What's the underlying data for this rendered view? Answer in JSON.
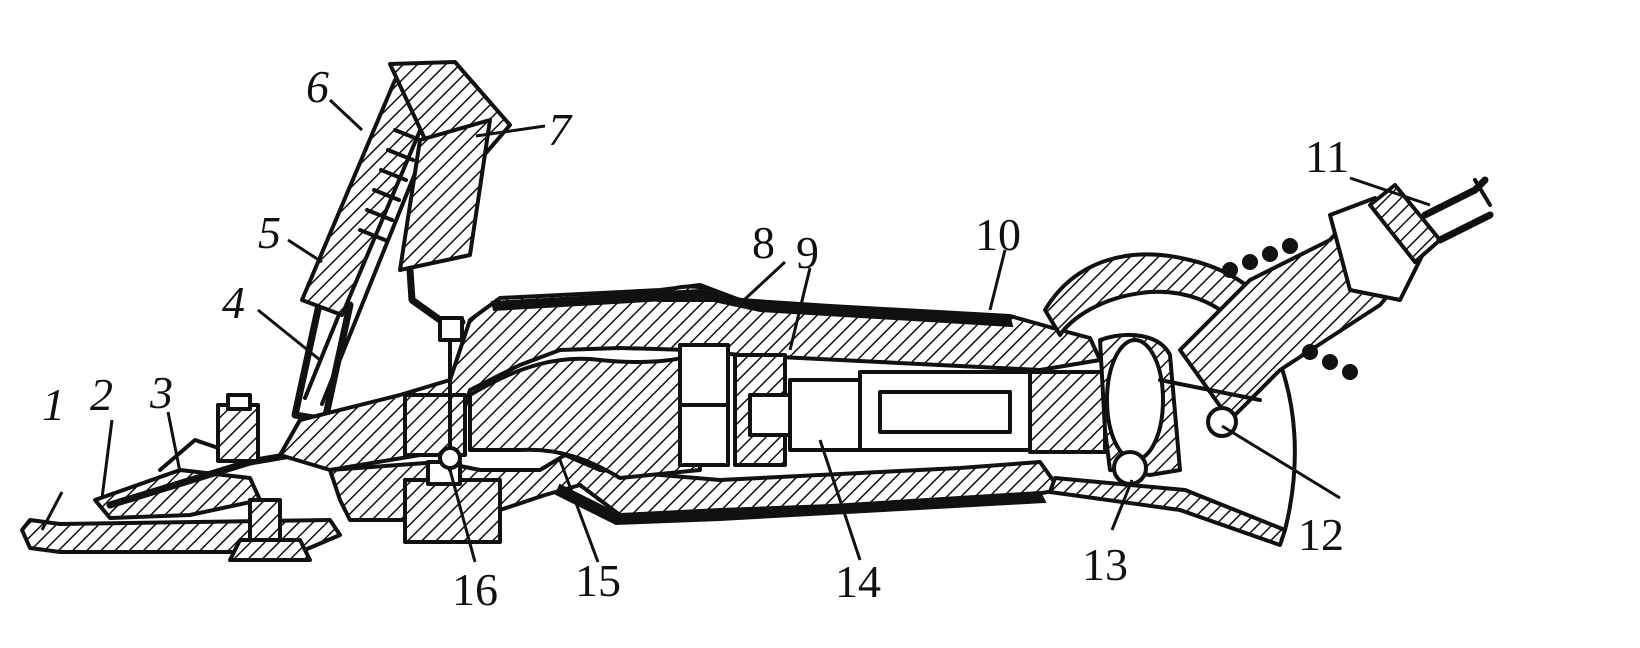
{
  "labels": [
    {
      "id": "1",
      "text": "1"
    },
    {
      "id": "2",
      "text": "2"
    },
    {
      "id": "3",
      "text": "3"
    },
    {
      "id": "4",
      "text": "4"
    },
    {
      "id": "5",
      "text": "5"
    },
    {
      "id": "6",
      "text": "6"
    },
    {
      "id": "7",
      "text": "7"
    },
    {
      "id": "8",
      "text": "8"
    },
    {
      "id": "9",
      "text": "9"
    },
    {
      "id": "10",
      "text": "10"
    },
    {
      "id": "11",
      "text": "11"
    },
    {
      "id": "12",
      "text": "12"
    },
    {
      "id": "13",
      "text": "13"
    },
    {
      "id": "14",
      "text": "14"
    },
    {
      "id": "15",
      "text": "15"
    },
    {
      "id": "16",
      "text": "16"
    }
  ],
  "colors": {
    "ink": "#111111",
    "paper": "#ffffff"
  }
}
